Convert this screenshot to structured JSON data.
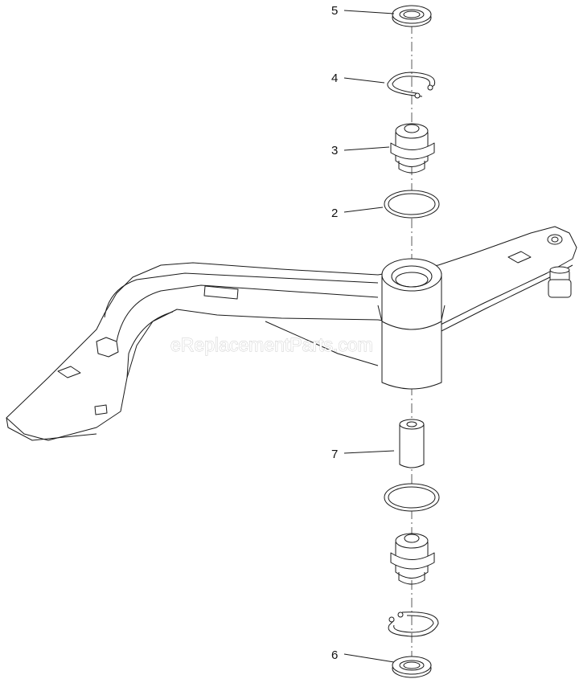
{
  "watermark": "eReplacementParts.com",
  "callouts": [
    {
      "id": "5",
      "label": "5"
    },
    {
      "id": "4",
      "label": "4"
    },
    {
      "id": "3",
      "label": "3"
    },
    {
      "id": "2",
      "label": "2"
    },
    {
      "id": "7",
      "label": "7"
    },
    {
      "id": "6",
      "label": "6"
    }
  ]
}
